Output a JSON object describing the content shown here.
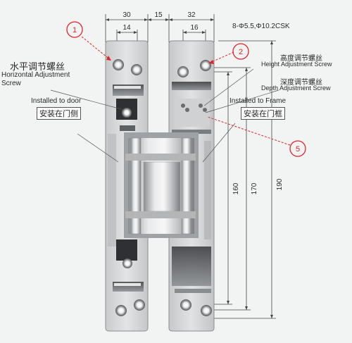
{
  "diagram": {
    "dims_top": {
      "left_width": "30",
      "gap": "15",
      "right_width": "32",
      "left_hole_spacing": "14",
      "right_hole_spacing": "16"
    },
    "dims_vertical": {
      "d160": "160",
      "d170": "170",
      "d190": "190"
    },
    "screw_spec": "8-Φ5.5,Φ10.2CSK",
    "callouts": {
      "c1": "1",
      "c2": "2",
      "c5": "5"
    },
    "labels": {
      "horizontal_cn": "水平调节螺丝",
      "horizontal_en_1": "Horizontal Adjustment",
      "horizontal_en_2": "Screw",
      "door_en": "Installed to door",
      "door_cn": "安装在门侧",
      "height_cn": "高度调节螺丝",
      "height_en": "Height Adjustment Screw",
      "depth_cn": "深度调节螺丝",
      "depth_en": "Depth Adjustment Screw",
      "frame_en": "Installed to Frame",
      "frame_cn": "安装在门框"
    },
    "colors": {
      "background": "#f2f3f3",
      "metal_light": "#d9dadb",
      "metal_mid": "#b7b9bb",
      "metal_dark": "#6f7275",
      "callout_red": "#e0232b"
    }
  }
}
